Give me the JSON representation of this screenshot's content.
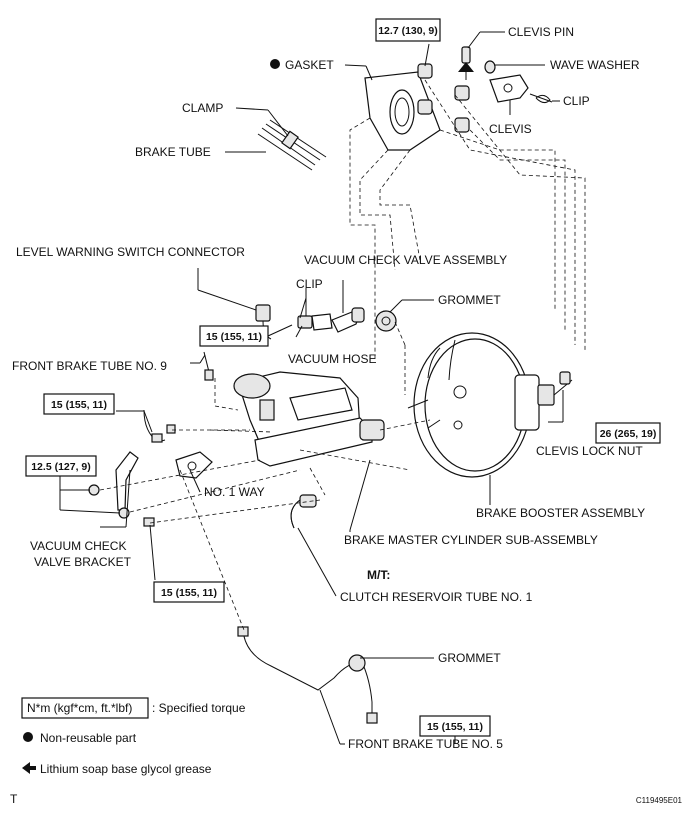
{
  "labels": {
    "clevis_pin": "CLEVIS PIN",
    "wave_washer": "WAVE WASHER",
    "gasket": "GASKET",
    "clip_top": "CLIP",
    "clevis": "CLEVIS",
    "clamp": "CLAMP",
    "brake_tube": "BRAKE TUBE",
    "level_warning": "LEVEL WARNING SWITCH CONNECTOR",
    "vacuum_check_valve_assy": "VACUUM CHECK VALVE ASSEMBLY",
    "clip_mid": "CLIP",
    "grommet_top": "GROMMET",
    "vacuum_hose": "VACUUM HOSE",
    "front_brake_tube_9": "FRONT BRAKE TUBE NO. 9",
    "no1_way": "NO. 1 WAY",
    "clevis_lock_nut": "CLEVIS LOCK NUT",
    "brake_booster": "BRAKE BOOSTER ASSEMBLY",
    "vacuum_check_bracket_1": "VACUUM CHECK",
    "vacuum_check_bracket_2": "VALVE BRACKET",
    "master_cylinder": "BRAKE MASTER CYLINDER SUB-ASSEMBLY",
    "mt": "M/T:",
    "clutch_reservoir": "CLUTCH RESERVOIR TUBE NO. 1",
    "grommet_bottom": "GROMMET",
    "front_brake_tube_5": "FRONT BRAKE TUBE NO. 5"
  },
  "torques": {
    "t_top": "12.7 (130, 9)",
    "t_hose": "15 (155, 11)",
    "t_tube9": "15 (155, 11)",
    "t_bracket": "12.5 (127, 9)",
    "t_locknut": "26 (265, 19)",
    "t_lower": "15 (155, 11)",
    "t_tube5": "15 (155, 11)"
  },
  "legend": {
    "torque_box": "N*m (kgf*cm, ft.*lbf)",
    "torque_desc": ": Specified torque",
    "non_reusable": "Non-reusable part",
    "grease": "Lithium soap base glycol grease"
  },
  "footer": {
    "left_mark": "T",
    "code": "C119495E01"
  }
}
